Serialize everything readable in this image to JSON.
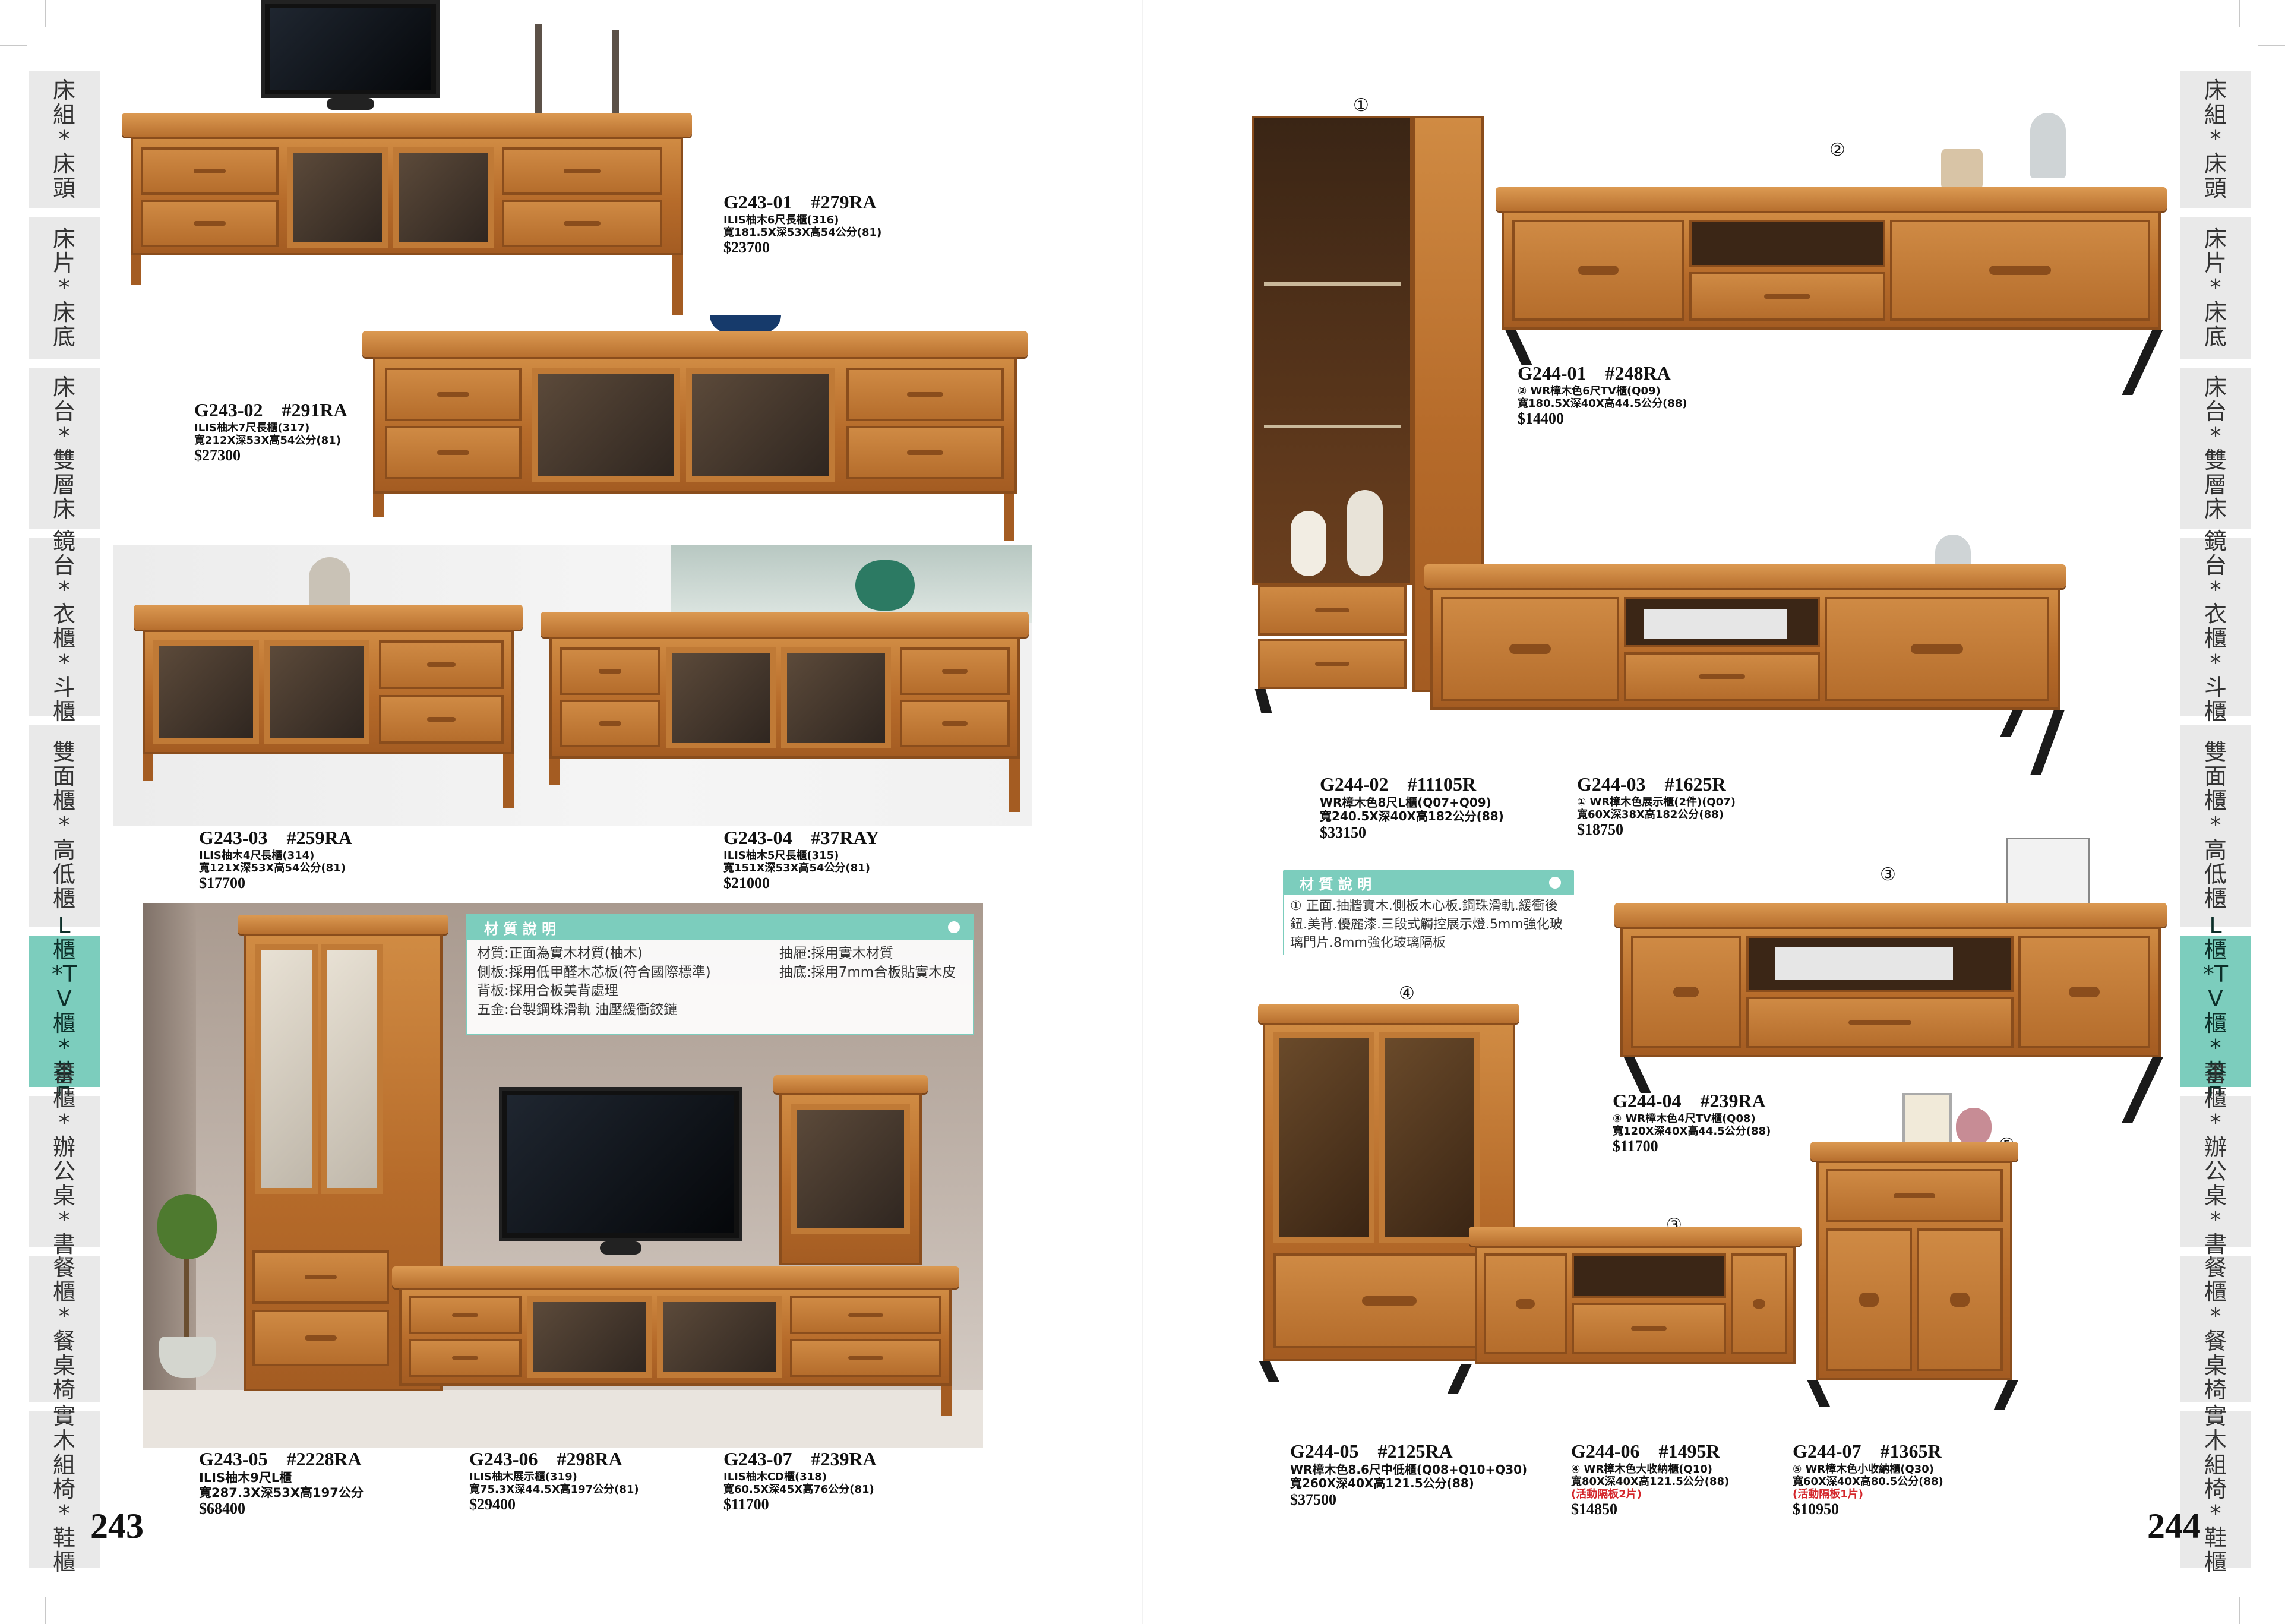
{
  "tabs": [
    {
      "label": "床組*床頭"
    },
    {
      "label": "床片*床底"
    },
    {
      "label": "床台*雙層床"
    },
    {
      "label": "鏡台*衣櫃*斗櫃"
    },
    {
      "label": "雙面櫃*高低櫃"
    },
    {
      "label": "L櫃*TV櫃*茶几"
    },
    {
      "label": "書櫃*辦公桌*書桌"
    },
    {
      "label": "餐櫃*餐桌椅"
    },
    {
      "label": "實木組椅*鞋櫃"
    }
  ],
  "pages": {
    "left": "243",
    "right": "244"
  },
  "products": {
    "g243_01": {
      "code": "G243-01　#279RA",
      "l1": "ILIS柚木6尺長櫃(316)",
      "l2": "寬181.5X深53X高54公分(81)",
      "price": "$23700"
    },
    "g243_02": {
      "code": "G243-02　#291RA",
      "l1": "ILIS柚木7尺長櫃(317)",
      "l2": "寬212X深53X高54公分(81)",
      "price": "$27300"
    },
    "g243_03": {
      "code": "G243-03　#259RA",
      "l1": "ILIS柚木4尺長櫃(314)",
      "l2": "寬121X深53X高54公分(81)",
      "price": "$17700"
    },
    "g243_04": {
      "code": "G243-04　#37RAY",
      "l1": "ILIS柚木5尺長櫃(315)",
      "l2": "寬151X深53X高54公分(81)",
      "price": "$21000"
    },
    "g243_05": {
      "code": "G243-05　#2228RA",
      "l1": "ILIS柚木9尺L櫃",
      "l2": "寬287.3X深53X高197公分",
      "price": "$68400"
    },
    "g243_06": {
      "code": "G243-06　#298RA",
      "l1": "ILIS柚木展示櫃(319)",
      "l2": "寬75.3X深44.5X高197公分(81)",
      "price": "$29400"
    },
    "g243_07": {
      "code": "G243-07　#239RA",
      "l1": "ILIS柚木CD櫃(318)",
      "l2": "寬60.5X深45X高76公分(81)",
      "price": "$11700"
    },
    "g244_01": {
      "code": "G244-01　#248RA",
      "l1": "② WR樟木色6尺TV櫃(Q09)",
      "l2": "寬180.5X深40X高44.5公分(88)",
      "price": "$14400"
    },
    "g244_02": {
      "code": "G244-02　#11105R",
      "l1": "WR樟木色8尺L櫃(Q07+Q09)",
      "l2": "寬240.5X深40X高182公分(88)",
      "price": "$33150"
    },
    "g244_03": {
      "code": "G244-03　#1625R",
      "l1": "① WR樟木色展示櫃(2件)(Q07)",
      "l2": "寬60X深38X高182公分(88)",
      "price": "$18750"
    },
    "g244_04": {
      "code": "G244-04　#239RA",
      "l1": "③ WR樟木色4尺TV櫃(Q08)",
      "l2": "寬120X深40X高44.5公分(88)",
      "price": "$11700"
    },
    "g244_05": {
      "code": "G244-05　#2125RA",
      "l1": "WR樟木色8.6尺中低櫃(Q08+Q10+Q30)",
      "l2": "寬260X深40X高121.5公分(88)",
      "price": "$37500"
    },
    "g244_06": {
      "code": "G244-06　#1495R",
      "l1": "④ WR樟木色大收納櫃(Q10)",
      "l2": "寬80X深40X高121.5公分(88)",
      "note": "(活動隔板2片)",
      "price": "$14850"
    },
    "g244_07": {
      "code": "G244-07　#1365R",
      "l1": "⑤ WR樟木色小收納櫃(Q30)",
      "l2": "寬60X深40X高80.5公分(88)",
      "note": "(活動隔板1片)",
      "price": "$10950"
    }
  },
  "material_left": {
    "title": "材 質 說 明",
    "r1a": "材質:正面為實木材質(柚木)",
    "r2a": "側板:採用低甲醛木芯板(符合國際標準)",
    "r2b": "抽底:採用7mm合板貼實木皮",
    "r1b": "抽屜:採用實木材質",
    "r3": "背板:採用合板美背處理",
    "r4": "五金:台製鋼珠滑軌 油壓緩衝鉸鏈"
  },
  "material_right": {
    "title": "材 質 說 明",
    "text": "① 正面.抽牆實木.側板木心板.鋼珠滑軌.緩衝後鈕.美背.優麗漆.三段式觸控展示燈.5mm強化玻璃門片.8mm強化玻璃隔板"
  },
  "markers": {
    "m1": "①",
    "m2a": "②",
    "m2b": "②",
    "m3a": "③",
    "m3b": "③",
    "m4": "④",
    "m5": "⑤"
  },
  "colors": {
    "tab_active": "#7ccdbd",
    "tab": "#e9e9e9",
    "wood": "#b66b2a",
    "accent_red": "#d4262b"
  }
}
